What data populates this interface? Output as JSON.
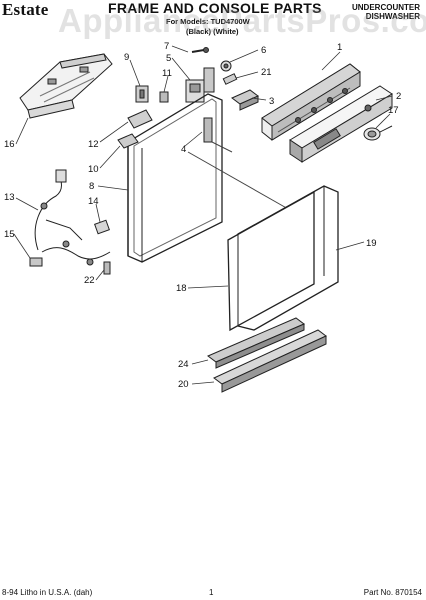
{
  "header": {
    "brand": "Estate",
    "title": "FRAME AND CONSOLE PARTS",
    "product_line1": "UNDERCOUNTER",
    "product_line2": "DISHWASHER",
    "for_models": "For Models: TUD4700W",
    "colors": "(Black)  (White)"
  },
  "watermark": "AppliancePartsPros.com",
  "part_labels": [
    "1",
    "2",
    "3",
    "4",
    "5",
    "6",
    "7",
    "8",
    "9",
    "10",
    "11",
    "12",
    "13",
    "14",
    "15",
    "16",
    "17",
    "18",
    "19",
    "20",
    "21",
    "22",
    "24"
  ],
  "footer": {
    "left": "8-94 Litho in U.S.A. (dah)",
    "page": "1",
    "part_no": "Part No. 870154"
  }
}
